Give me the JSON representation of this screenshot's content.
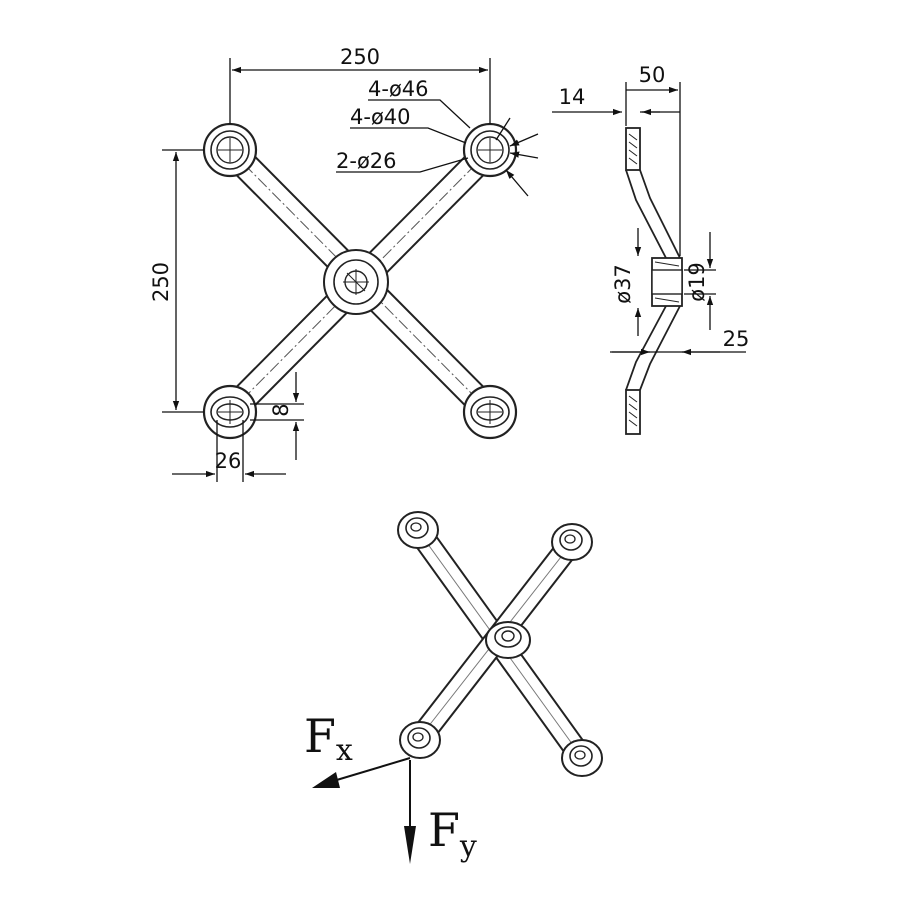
{
  "front_view": {
    "width_dim": "250",
    "height_dim": "250",
    "callout_outer": "4-ø46",
    "callout_mid": "4-ø40",
    "callout_hole": "2-ø26",
    "hole_bottom": "26",
    "slot_offset": "8"
  },
  "side_view": {
    "overall_depth": "50",
    "plate_thickness": "14",
    "hub_dia": "ø37",
    "hub_hole": "ø19",
    "hub_depth": "25"
  },
  "iso_view": {
    "force_x": {
      "main": "F",
      "sub": "x"
    },
    "force_y": {
      "main": "F",
      "sub": "y"
    }
  }
}
